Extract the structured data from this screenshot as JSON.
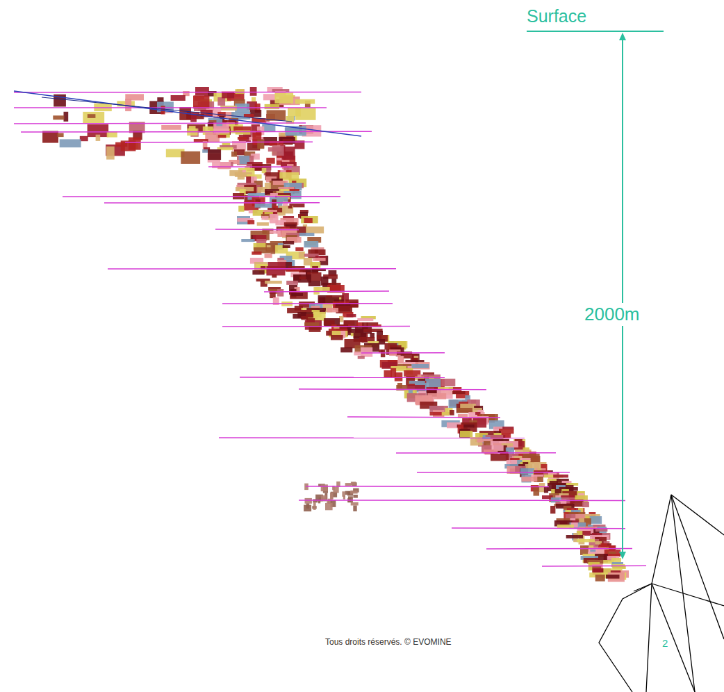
{
  "diagram": {
    "labels": [
      "Surface",
      "2000m",
      "Tous droits réservés. © EVOMINE",
      "2"
    ]
  }
}
